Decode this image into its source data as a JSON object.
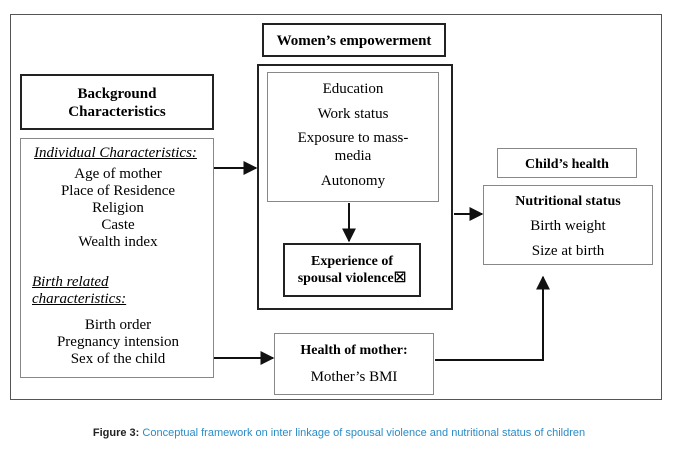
{
  "diagram": {
    "womens_empowerment": {
      "title": "Women’s empowerment",
      "items": [
        "Education",
        "Work status",
        "Exposure to mass-",
        "media",
        "Autonomy"
      ],
      "experience_of_violence": [
        "Experience of",
        "spousal violence☒"
      ]
    },
    "background": {
      "title_lines": [
        "Background",
        "Characteristics"
      ],
      "individual_header": "Individual Characteristics:",
      "individual_items": [
        "Age of mother",
        "Place of Residence",
        "Religion",
        "Caste",
        "Wealth index"
      ],
      "birth_header_lines": [
        "Birth related",
        "characteristics:"
      ],
      "birth_items": [
        "Birth order",
        "Pregnancy intension",
        "Sex of the child"
      ]
    },
    "childs_health": {
      "title": "Child’s health",
      "nutritional_status": "Nutritional status",
      "items": [
        "Birth weight",
        "Size at birth"
      ]
    },
    "health_of_mother": {
      "title": "Health of mother:",
      "item": "Mother’s BMI"
    }
  },
  "caption": {
    "label": "Figure 3:",
    "text": "Conceptual framework on inter linkage of spousal violence and nutritional status of children"
  }
}
